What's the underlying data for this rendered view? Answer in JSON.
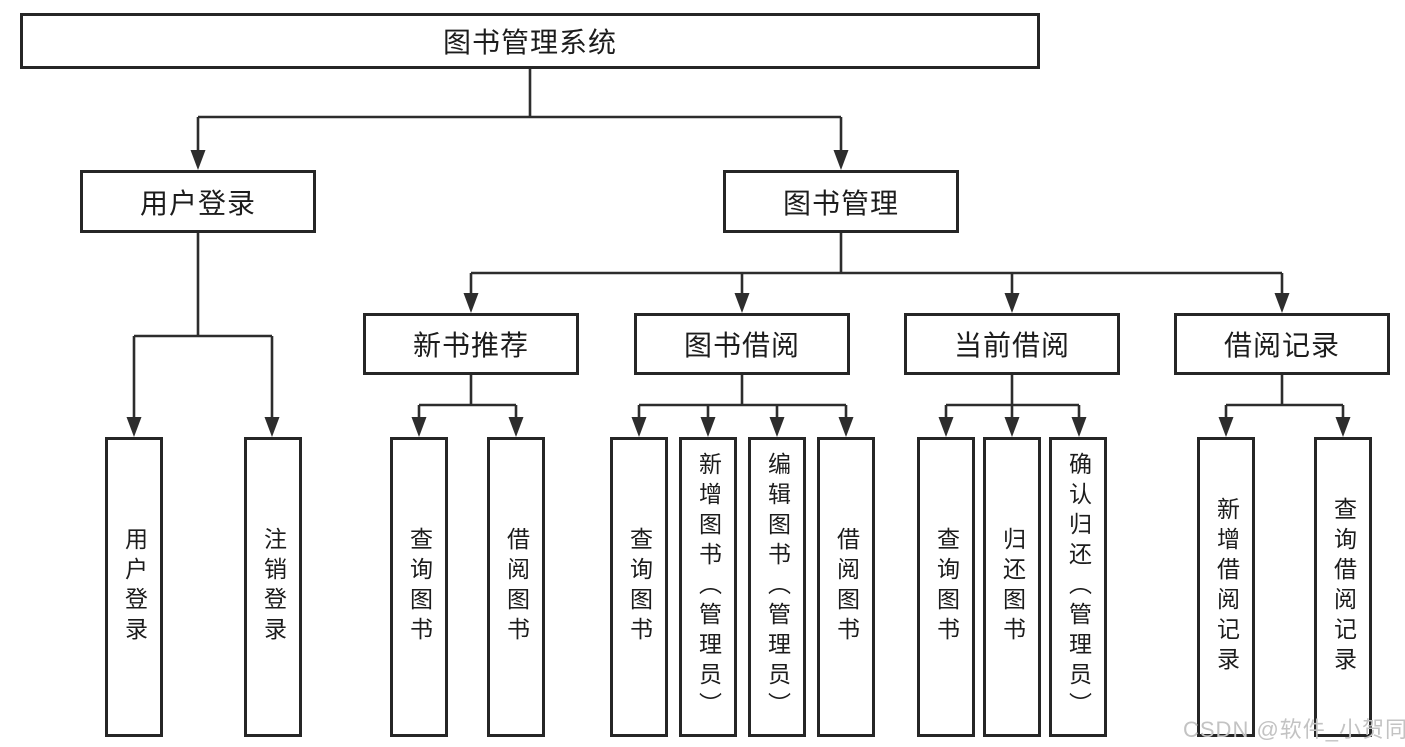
{
  "diagram_title": "图书管理系统",
  "tree": {
    "label": "图书管理系统",
    "children": [
      {
        "label": "用户登录",
        "children": [
          {
            "label": "用户登录"
          },
          {
            "label": "注销登录"
          }
        ]
      },
      {
        "label": "图书管理",
        "children": [
          {
            "label": "新书推荐",
            "children": [
              {
                "label": "查询图书"
              },
              {
                "label": "借阅图书"
              }
            ]
          },
          {
            "label": "图书借阅",
            "children": [
              {
                "label": "查询图书"
              },
              {
                "label": "新增图书（管理员）"
              },
              {
                "label": "编辑图书（管理员）"
              },
              {
                "label": "借阅图书"
              }
            ]
          },
          {
            "label": "当前借阅",
            "children": [
              {
                "label": "查询图书"
              },
              {
                "label": "归还图书"
              },
              {
                "label": "确认归还（管理员）"
              }
            ]
          },
          {
            "label": "借阅记录",
            "children": [
              {
                "label": "新增借阅记录"
              },
              {
                "label": "查询借阅记录"
              }
            ]
          }
        ]
      }
    ]
  },
  "watermark": "CSDN @软件_小贺同学",
  "colors": {
    "line": "#2d2d2d",
    "border": "#262626",
    "text": "#1c1c1c",
    "watermark": "#c3c3c3",
    "background": "#ffffff"
  }
}
